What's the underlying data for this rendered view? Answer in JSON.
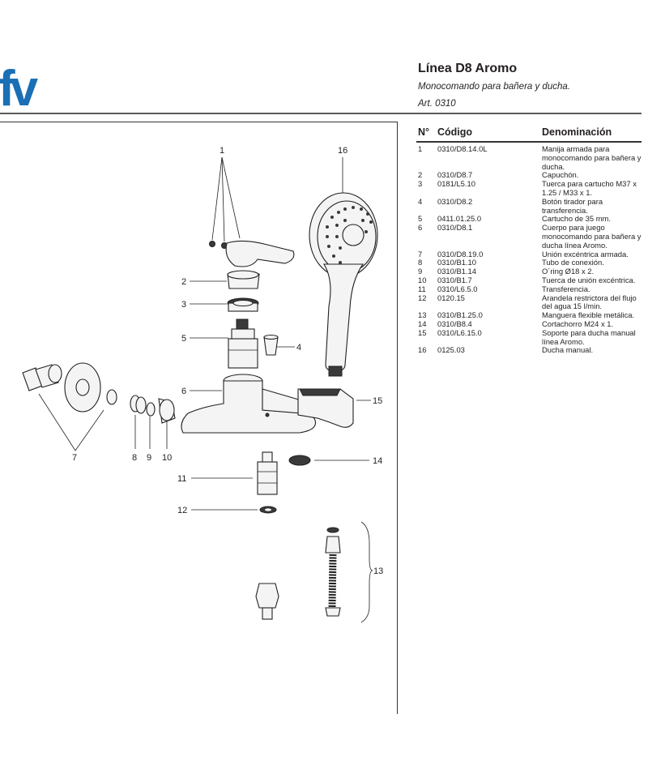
{
  "header": {
    "title": "Línea D8 Aromo",
    "subtitle": "Monocomando para bañera y ducha.",
    "article": "Art. 0310"
  },
  "brand": {
    "logo_text": "fv",
    "color": "#1a6fb5"
  },
  "table": {
    "col_num": "N°",
    "col_code": "Código",
    "col_desc": "Denominación",
    "rows": [
      {
        "n": "1",
        "code": "0310/D8.14.0L",
        "desc": "Manija armada para monocomando para bañera y ducha."
      },
      {
        "n": "2",
        "code": "0310/D8.7",
        "desc": "Capuchón."
      },
      {
        "n": "3",
        "code": "0181/L5.10",
        "desc": "Tuerca para cartucho M37 x 1.25 / M33 x 1."
      },
      {
        "n": "4",
        "code": "0310/D8.2",
        "desc": "Botón tirador para transferencia."
      },
      {
        "n": "5",
        "code": "0411.01.25.0",
        "desc": "Cartucho de 35 mm."
      },
      {
        "n": "6",
        "code": "0310/D8.1",
        "desc": "Cuerpo para juego monocomando para bañera y ducha línea Aromo."
      },
      {
        "n": "7",
        "code": "0310/D8.19.0",
        "desc": "Unión excéntrica armada."
      },
      {
        "n": "8",
        "code": "0310/B1.10",
        "desc": "Tubo de conexión."
      },
      {
        "n": "9",
        "code": "0310/B1.14",
        "desc": "O´ring Ø18 x 2."
      },
      {
        "n": "10",
        "code": "0310/B1.7",
        "desc": "Tuerca de unión excéntrica."
      },
      {
        "n": "11",
        "code": "0310/L6.5.0",
        "desc": "Transferencia."
      },
      {
        "n": "12",
        "code": "0120.15",
        "desc": "Arandela restrictora del flujo del agua 15 l/min."
      },
      {
        "n": "13",
        "code": "0310/B1.25.0",
        "desc": "Manguera flexible metálica."
      },
      {
        "n": "14",
        "code": "0310/B8.4",
        "desc": "Cortachorro M24 x 1."
      },
      {
        "n": "15",
        "code": "0310/L6.15.0",
        "desc": "Soporte para ducha manual línea Aromo."
      },
      {
        "n": "16",
        "code": "0125.03",
        "desc": "Ducha manual."
      }
    ]
  },
  "diagram_labels": {
    "l1": "1",
    "l2": "2",
    "l3": "3",
    "l4": "4",
    "l5": "5",
    "l6": "6",
    "l7": "7",
    "l8": "8",
    "l9": "9",
    "l10": "10",
    "l11": "11",
    "l12": "12",
    "l13": "13",
    "l14": "14",
    "l15": "15",
    "l16": "16"
  }
}
